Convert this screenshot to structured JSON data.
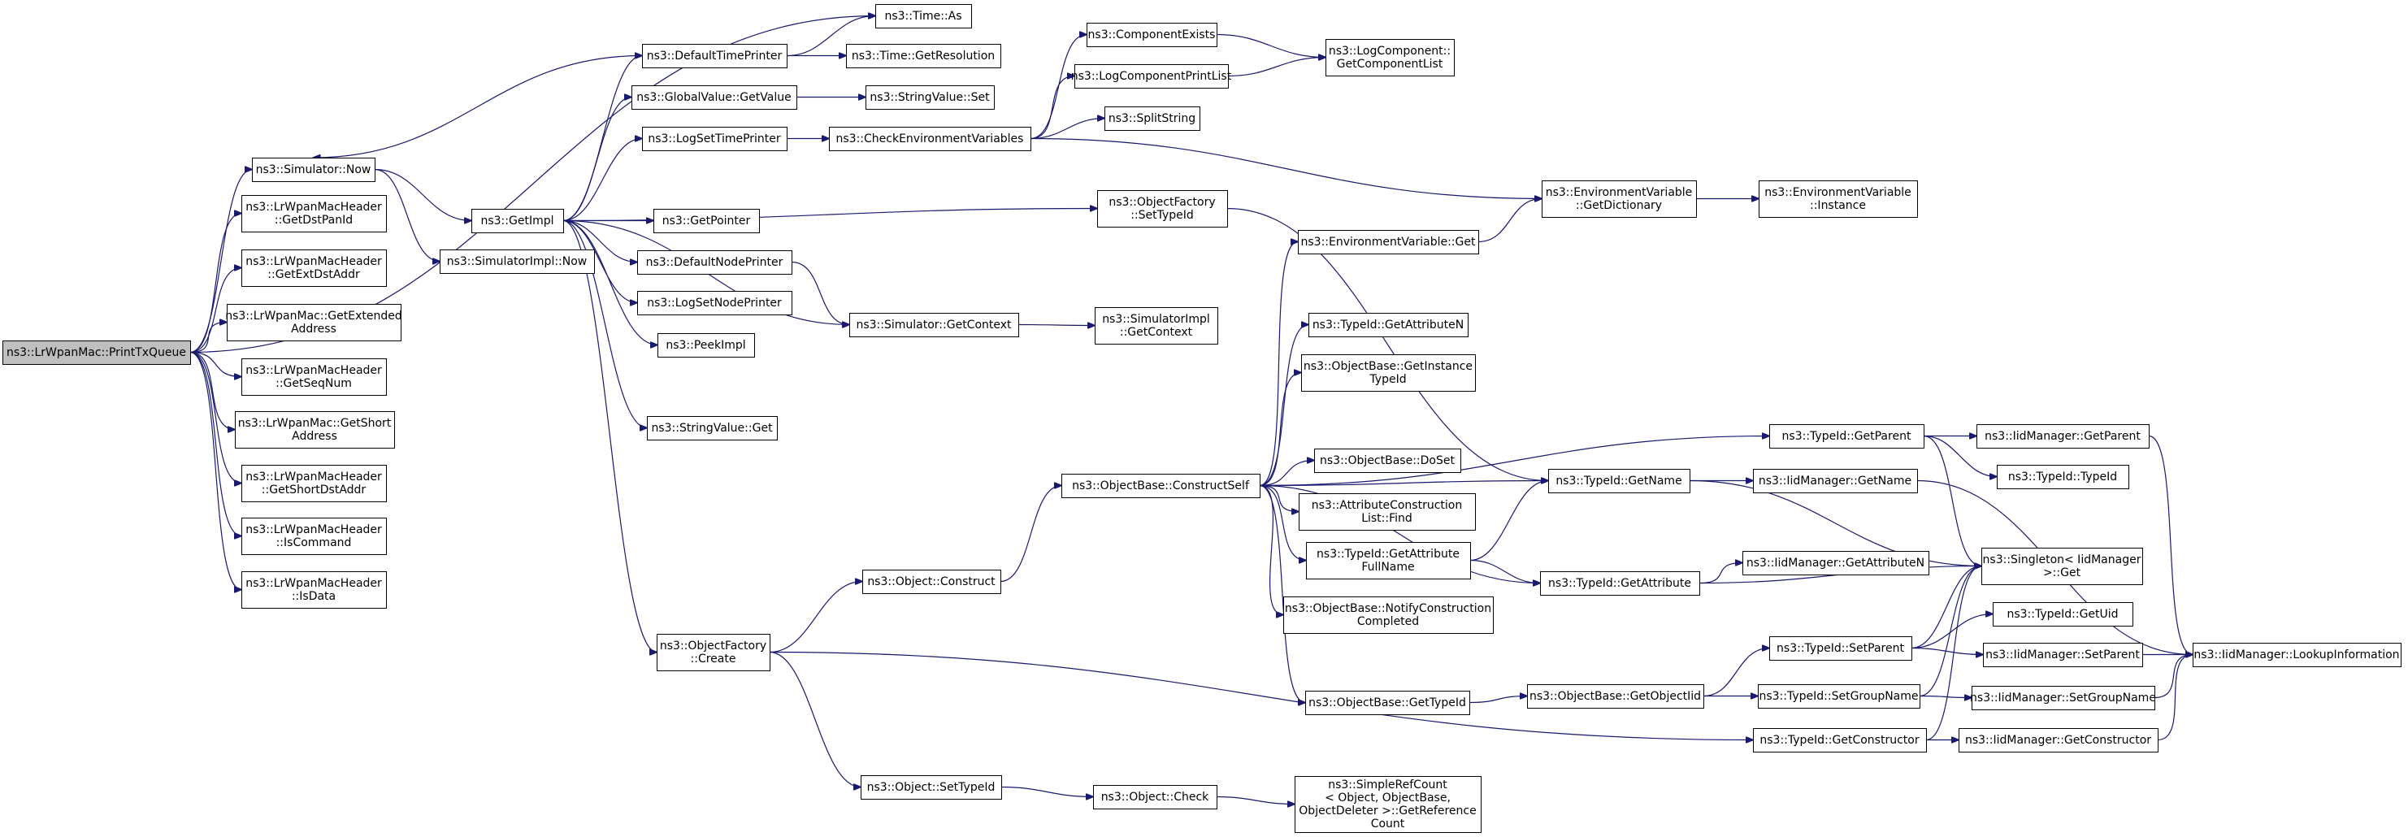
{
  "graph": {
    "nodes": [
      {
        "id": "root",
        "lines": [
          "ns3::LrWpanMac::PrintTxQueue"
        ],
        "root": true
      },
      {
        "id": "simnow",
        "lines": [
          "ns3::Simulator::Now"
        ]
      },
      {
        "id": "getdstpanid",
        "lines": [
          "ns3::LrWpanMacHeader",
          "::GetDstPanId"
        ]
      },
      {
        "id": "getextdstaddr",
        "lines": [
          "ns3::LrWpanMacHeader",
          "::GetExtDstAddr"
        ]
      },
      {
        "id": "getextaddr",
        "lines": [
          "ns3::LrWpanMac::GetExtended",
          "Address"
        ]
      },
      {
        "id": "getseqnum",
        "lines": [
          "ns3::LrWpanMacHeader",
          "::GetSeqNum"
        ]
      },
      {
        "id": "getshortaddr",
        "lines": [
          "ns3::LrWpanMac::GetShort",
          "Address"
        ]
      },
      {
        "id": "getshortdstaddr",
        "lines": [
          "ns3::LrWpanMacHeader",
          "::GetShortDstAddr"
        ]
      },
      {
        "id": "iscommand",
        "lines": [
          "ns3::LrWpanMacHeader",
          "::IsCommand"
        ]
      },
      {
        "id": "isdata",
        "lines": [
          "ns3::LrWpanMacHeader",
          "::IsData"
        ]
      },
      {
        "id": "getimpl",
        "lines": [
          "ns3::GetImpl"
        ]
      },
      {
        "id": "simimplnow",
        "lines": [
          "ns3::SimulatorImpl::Now"
        ]
      },
      {
        "id": "timeas",
        "lines": [
          "ns3::Time::As"
        ]
      },
      {
        "id": "defaulttimeprinter",
        "lines": [
          "ns3::DefaultTimePrinter"
        ]
      },
      {
        "id": "timegetres",
        "lines": [
          "ns3::Time::GetResolution"
        ]
      },
      {
        "id": "globalvalueget",
        "lines": [
          "ns3::GlobalValue::GetValue"
        ]
      },
      {
        "id": "stringvalueset",
        "lines": [
          "ns3::StringValue::Set"
        ]
      },
      {
        "id": "logsettimeprinter",
        "lines": [
          "ns3::LogSetTimePrinter"
        ]
      },
      {
        "id": "checkenv",
        "lines": [
          "ns3::CheckEnvironmentVariables"
        ]
      },
      {
        "id": "compexists",
        "lines": [
          "ns3::ComponentExists"
        ]
      },
      {
        "id": "logcompprintlist",
        "lines": [
          "ns3::LogComponentPrintList"
        ]
      },
      {
        "id": "getcomplist",
        "lines": [
          "ns3::LogComponent::",
          "GetComponentList"
        ]
      },
      {
        "id": "splitstring",
        "lines": [
          "ns3::SplitString"
        ]
      },
      {
        "id": "getpointer",
        "lines": [
          "ns3::GetPointer"
        ]
      },
      {
        "id": "objfactorysettypeid",
        "lines": [
          "ns3::ObjectFactory",
          "::SetTypeId"
        ]
      },
      {
        "id": "envgetdict",
        "lines": [
          "ns3::EnvironmentVariable",
          "::GetDictionary"
        ]
      },
      {
        "id": "envinstance",
        "lines": [
          "ns3::EnvironmentVariable",
          "::Instance"
        ]
      },
      {
        "id": "defaultnodeprinter",
        "lines": [
          "ns3::DefaultNodePrinter"
        ]
      },
      {
        "id": "envget",
        "lines": [
          "ns3::EnvironmentVariable::Get"
        ]
      },
      {
        "id": "logsetnodeprinter",
        "lines": [
          "ns3::LogSetNodePrinter"
        ]
      },
      {
        "id": "simgetcontext",
        "lines": [
          "ns3::Simulator::GetContext"
        ]
      },
      {
        "id": "simimplgetcontext",
        "lines": [
          "ns3::SimulatorImpl",
          "::GetContext"
        ]
      },
      {
        "id": "typeidgetattrn",
        "lines": [
          "ns3::TypeId::GetAttributeN"
        ]
      },
      {
        "id": "peekimpl",
        "lines": [
          "ns3::PeekImpl"
        ]
      },
      {
        "id": "objbasegetinsttypeid",
        "lines": [
          "ns3::ObjectBase::GetInstance",
          "TypeId"
        ]
      },
      {
        "id": "stringvalueget",
        "lines": [
          "ns3::StringValue::Get"
        ]
      },
      {
        "id": "typeidgetparent",
        "lines": [
          "ns3::TypeId::GetParent"
        ]
      },
      {
        "id": "iidgetparent",
        "lines": [
          "ns3::IidManager::GetParent"
        ]
      },
      {
        "id": "objbasedoset",
        "lines": [
          "ns3::ObjectBase::DoSet"
        ]
      },
      {
        "id": "typeidtypeid",
        "lines": [
          "ns3::TypeId::TypeId"
        ]
      },
      {
        "id": "constructself",
        "lines": [
          "ns3::ObjectBase::ConstructSelf"
        ]
      },
      {
        "id": "typeidgetname",
        "lines": [
          "ns3::TypeId::GetName"
        ]
      },
      {
        "id": "iidgetname",
        "lines": [
          "ns3::IidManager::GetName"
        ]
      },
      {
        "id": "attrconstructionfind",
        "lines": [
          "ns3::AttributeConstruction",
          "List::Find"
        ]
      },
      {
        "id": "singletonget",
        "lines": [
          "ns3::Singleton< IidManager",
          ">::Get"
        ]
      },
      {
        "id": "typeidgetattrfullname",
        "lines": [
          "ns3::TypeId::GetAttribute",
          "FullName"
        ]
      },
      {
        "id": "iidgetattrn",
        "lines": [
          "ns3::IidManager::GetAttributeN"
        ]
      },
      {
        "id": "objconstruct",
        "lines": [
          "ns3::Object::Construct"
        ]
      },
      {
        "id": "typeidgetattr",
        "lines": [
          "ns3::TypeId::GetAttribute"
        ]
      },
      {
        "id": "notifyconstruction",
        "lines": [
          "ns3::ObjectBase::NotifyConstruction",
          "Completed"
        ]
      },
      {
        "id": "typeidgetuid",
        "lines": [
          "ns3::TypeId::GetUid"
        ]
      },
      {
        "id": "typeidsetparent",
        "lines": [
          "ns3::TypeId::SetParent"
        ]
      },
      {
        "id": "objfactorycreate",
        "lines": [
          "ns3::ObjectFactory",
          "::Create"
        ]
      },
      {
        "id": "iidsetparent",
        "lines": [
          "ns3::IidManager::SetParent"
        ]
      },
      {
        "id": "iidlookupinfo",
        "lines": [
          "ns3::IidManager::LookupInformation"
        ]
      },
      {
        "id": "objbasegettypeid",
        "lines": [
          "ns3::ObjectBase::GetTypeId"
        ]
      },
      {
        "id": "objbasegetobjectiid",
        "lines": [
          "ns3::ObjectBase::GetObjectIid"
        ]
      },
      {
        "id": "typeidsetgroupname",
        "lines": [
          "ns3::TypeId::SetGroupName"
        ]
      },
      {
        "id": "iidsetgroupname",
        "lines": [
          "ns3::IidManager::SetGroupName"
        ]
      },
      {
        "id": "typeidgetconstructor",
        "lines": [
          "ns3::TypeId::GetConstructor"
        ]
      },
      {
        "id": "iidgetconstructor",
        "lines": [
          "ns3::IidManager::GetConstructor"
        ]
      },
      {
        "id": "objsettypeid",
        "lines": [
          "ns3::Object::SetTypeId"
        ]
      },
      {
        "id": "objcheck",
        "lines": [
          "ns3::Object::Check"
        ]
      },
      {
        "id": "simplerefcount",
        "lines": [
          "ns3::SimpleRefCount",
          "< Object, ObjectBase,",
          "ObjectDeleter >::GetReference",
          "Count"
        ]
      }
    ],
    "edges": [
      [
        "root",
        "timeas"
      ],
      [
        "root",
        "simnow"
      ],
      [
        "root",
        "getdstpanid"
      ],
      [
        "root",
        "getextdstaddr"
      ],
      [
        "root",
        "getextaddr"
      ],
      [
        "root",
        "getseqnum"
      ],
      [
        "root",
        "getshortaddr"
      ],
      [
        "root",
        "getshortdstaddr"
      ],
      [
        "root",
        "iscommand"
      ],
      [
        "root",
        "isdata"
      ],
      [
        "simnow",
        "getimpl"
      ],
      [
        "simnow",
        "simimplnow"
      ],
      [
        "defaulttimeprinter",
        "timeas"
      ],
      [
        "defaulttimeprinter",
        "timegetres"
      ],
      [
        "defaulttimeprinter",
        "simnow"
      ],
      [
        "getimpl",
        "defaulttimeprinter"
      ],
      [
        "getimpl",
        "globalvalueget"
      ],
      [
        "getimpl",
        "logsettimeprinter"
      ],
      [
        "getimpl",
        "getpointer"
      ],
      [
        "getimpl",
        "objfactorysettypeid"
      ],
      [
        "getimpl",
        "defaultnodeprinter"
      ],
      [
        "getimpl",
        "logsetnodeprinter"
      ],
      [
        "getimpl",
        "simgetcontext"
      ],
      [
        "getimpl",
        "peekimpl"
      ],
      [
        "getimpl",
        "stringvalueget"
      ],
      [
        "getimpl",
        "objfactorycreate"
      ],
      [
        "globalvalueget",
        "stringvalueset"
      ],
      [
        "logsettimeprinter",
        "checkenv"
      ],
      [
        "checkenv",
        "compexists"
      ],
      [
        "checkenv",
        "logcompprintlist"
      ],
      [
        "checkenv",
        "splitstring"
      ],
      [
        "checkenv",
        "envgetdict"
      ],
      [
        "compexists",
        "getcomplist"
      ],
      [
        "logcompprintlist",
        "getcomplist"
      ],
      [
        "objfactorysettypeid",
        "typeidgetname"
      ],
      [
        "envgetdict",
        "envinstance"
      ],
      [
        "defaultnodeprinter",
        "simgetcontext"
      ],
      [
        "simgetcontext",
        "simimplgetcontext"
      ],
      [
        "envget",
        "envgetdict"
      ],
      [
        "constructself",
        "envget"
      ],
      [
        "constructself",
        "typeidgetparent"
      ],
      [
        "constructself",
        "typeidgetattrn"
      ],
      [
        "constructself",
        "objbasegetinsttypeid"
      ],
      [
        "constructself",
        "objbasedoset"
      ],
      [
        "constructself",
        "typeidgetname"
      ],
      [
        "constructself",
        "attrconstructionfind"
      ],
      [
        "constructself",
        "typeidgetattrfullname"
      ],
      [
        "constructself",
        "notifyconstruction"
      ],
      [
        "constructself",
        "typeidgetattr"
      ],
      [
        "constructself",
        "objbasegettypeid"
      ],
      [
        "typeidgetparent",
        "iidgetparent"
      ],
      [
        "typeidgetparent",
        "typeidtypeid"
      ],
      [
        "typeidgetparent",
        "singletonget"
      ],
      [
        "iidgetparent",
        "iidlookupinfo"
      ],
      [
        "typeidgetname",
        "iidgetname"
      ],
      [
        "typeidgetname",
        "singletonget"
      ],
      [
        "iidgetname",
        "iidlookupinfo"
      ],
      [
        "typeidgetattrfullname",
        "typeidgetname"
      ],
      [
        "typeidgetattrfullname",
        "typeidgetattr"
      ],
      [
        "typeidgetattr",
        "iidgetattrn"
      ],
      [
        "typeidgetattr",
        "singletonget"
      ],
      [
        "objconstruct",
        "constructself"
      ],
      [
        "objfactorycreate",
        "objconstruct"
      ],
      [
        "objfactorycreate",
        "objsettypeid"
      ],
      [
        "objfactorycreate",
        "typeidgetconstructor"
      ],
      [
        "objbasegettypeid",
        "objbasegetobjectiid"
      ],
      [
        "objbasegetobjectiid",
        "typeidsetparent"
      ],
      [
        "objbasegetobjectiid",
        "typeidsetgroupname"
      ],
      [
        "typeidsetparent",
        "typeidgetuid"
      ],
      [
        "typeidsetparent",
        "iidsetparent"
      ],
      [
        "typeidsetparent",
        "singletonget"
      ],
      [
        "iidsetparent",
        "iidlookupinfo"
      ],
      [
        "typeidsetgroupname",
        "iidsetgroupname"
      ],
      [
        "typeidsetgroupname",
        "singletonget"
      ],
      [
        "iidsetgroupname",
        "iidlookupinfo"
      ],
      [
        "typeidgetconstructor",
        "iidgetconstructor"
      ],
      [
        "typeidgetconstructor",
        "singletonget"
      ],
      [
        "iidgetconstructor",
        "iidlookupinfo"
      ],
      [
        "objsettypeid",
        "objcheck"
      ],
      [
        "objcheck",
        "simplerefcount"
      ]
    ]
  }
}
